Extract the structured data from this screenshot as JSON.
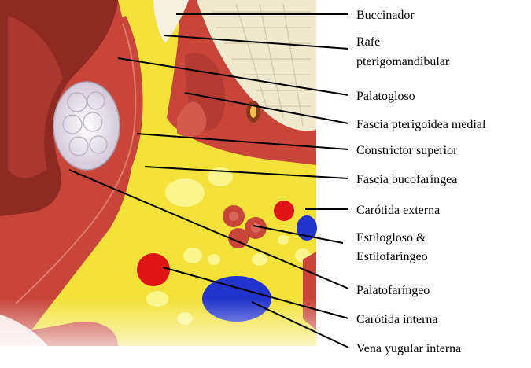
{
  "diagram": {
    "palette": {
      "muscle": "#c8453a",
      "muscle_dark": "#8e2a22",
      "fascia": "#f2e23a",
      "fat_light": "#fbf58c",
      "artery": "#e01414",
      "vein": "#2233cc",
      "bone": "#efe9cf",
      "tonsil": "#ece6ef",
      "background": "#ffffff"
    },
    "labels": [
      {
        "id": "buccinador",
        "text": "Buccinador"
      },
      {
        "id": "rafe-1",
        "text": "Rafe"
      },
      {
        "id": "rafe-2",
        "text": "pterigomandibular"
      },
      {
        "id": "palatogloso",
        "text": "Palatogloso"
      },
      {
        "id": "fascia-pterigoidea",
        "text": "Fascia pterigoidea medial"
      },
      {
        "id": "constrictor",
        "text": "Constrictor superior"
      },
      {
        "id": "fascia-buco",
        "text": "Fascia bucofaríngea"
      },
      {
        "id": "carotida-externa",
        "text": "Carótida externa"
      },
      {
        "id": "estilo-1",
        "text": "Estilogloso &"
      },
      {
        "id": "estilo-2",
        "text": "Estilofaríngeo"
      },
      {
        "id": "palatofaringeo",
        "text": "Palatofaríngeo"
      },
      {
        "id": "carotida-interna",
        "text": "Carótida interna"
      },
      {
        "id": "vena-yugular",
        "text": "Vena yugular interna"
      }
    ]
  }
}
